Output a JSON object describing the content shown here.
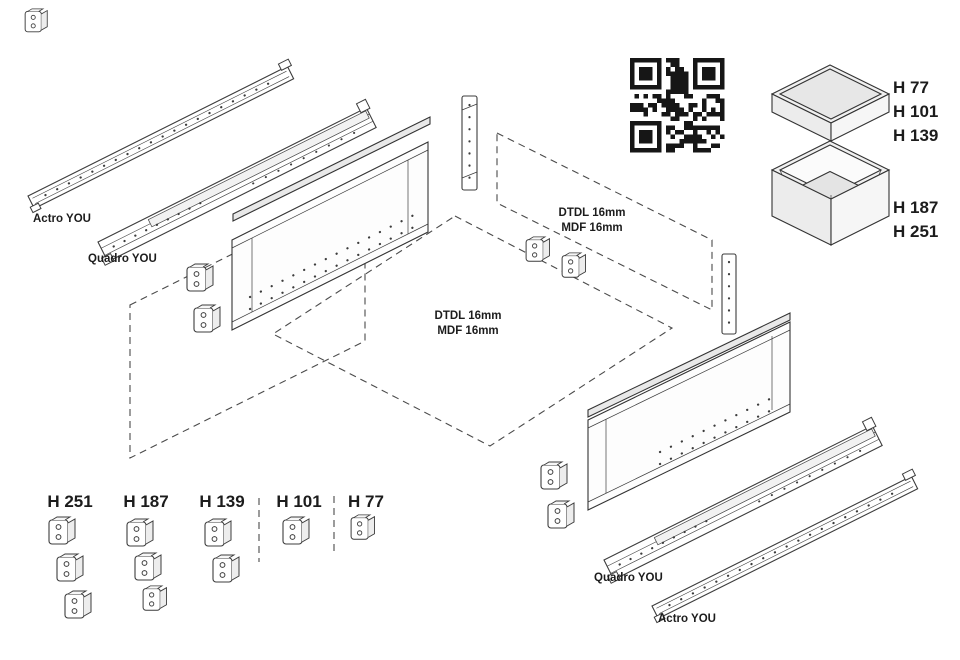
{
  "rails": {
    "actro_top_label": "Actro YOU",
    "quadro_top_label": "Quadro YOU",
    "quadro_bottom_label": "Quadro YOU",
    "actro_bottom_label": "Actro YOU"
  },
  "panels": {
    "back_panel": {
      "material_line1": "DTDL 16mm",
      "material_line2": "MDF 16mm"
    },
    "bottom_panel": {
      "material_line1": "DTDL 16mm",
      "material_line2": "MDF 16mm"
    }
  },
  "drawer_boxes": {
    "shallow_heights": [
      "H 77",
      "H 101",
      "H 139"
    ],
    "deep_heights": [
      "H 187",
      "H 251"
    ]
  },
  "rear_brackets": {
    "heights": [
      "H 251",
      "H 187",
      "H 139",
      "H 101",
      "H 77"
    ]
  }
}
